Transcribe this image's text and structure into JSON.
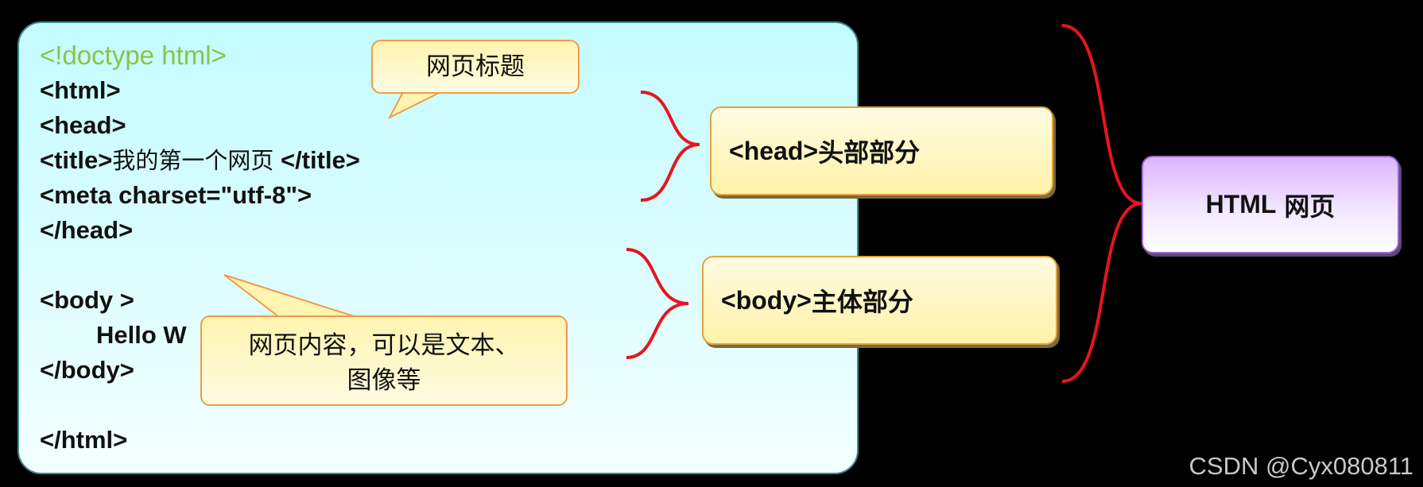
{
  "code_lines": [
    "<!doctype html>",
    "<html>",
    "<head>",
    "<title>",
    "我的第一个网页",
    "</title>",
    "<meta charset=\"utf-8\">",
    "</head>",
    "<body >",
    "Hello W",
    "</body>",
    "</html>"
  ],
  "callouts": {
    "title": "网页标题",
    "content": [
      "网页内容，可以是文本、",
      "图像等"
    ]
  },
  "labels": {
    "head_tag": "<head>",
    "head_text": "头部部分",
    "body_tag": "<body>",
    "body_text": "主体部分"
  },
  "page_label": {
    "en": "HTML",
    "cn": "网页"
  },
  "watermark": "CSDN @Cyx080811",
  "colors": {
    "background": "#000000",
    "panel_top": "#c4fbff",
    "doctype_text": "#8bc34a",
    "callout_fill": "#fff4b0",
    "callout_border": "#f29a4a",
    "bracket": "#e8141e",
    "page_fill": "#dcb4ff"
  }
}
